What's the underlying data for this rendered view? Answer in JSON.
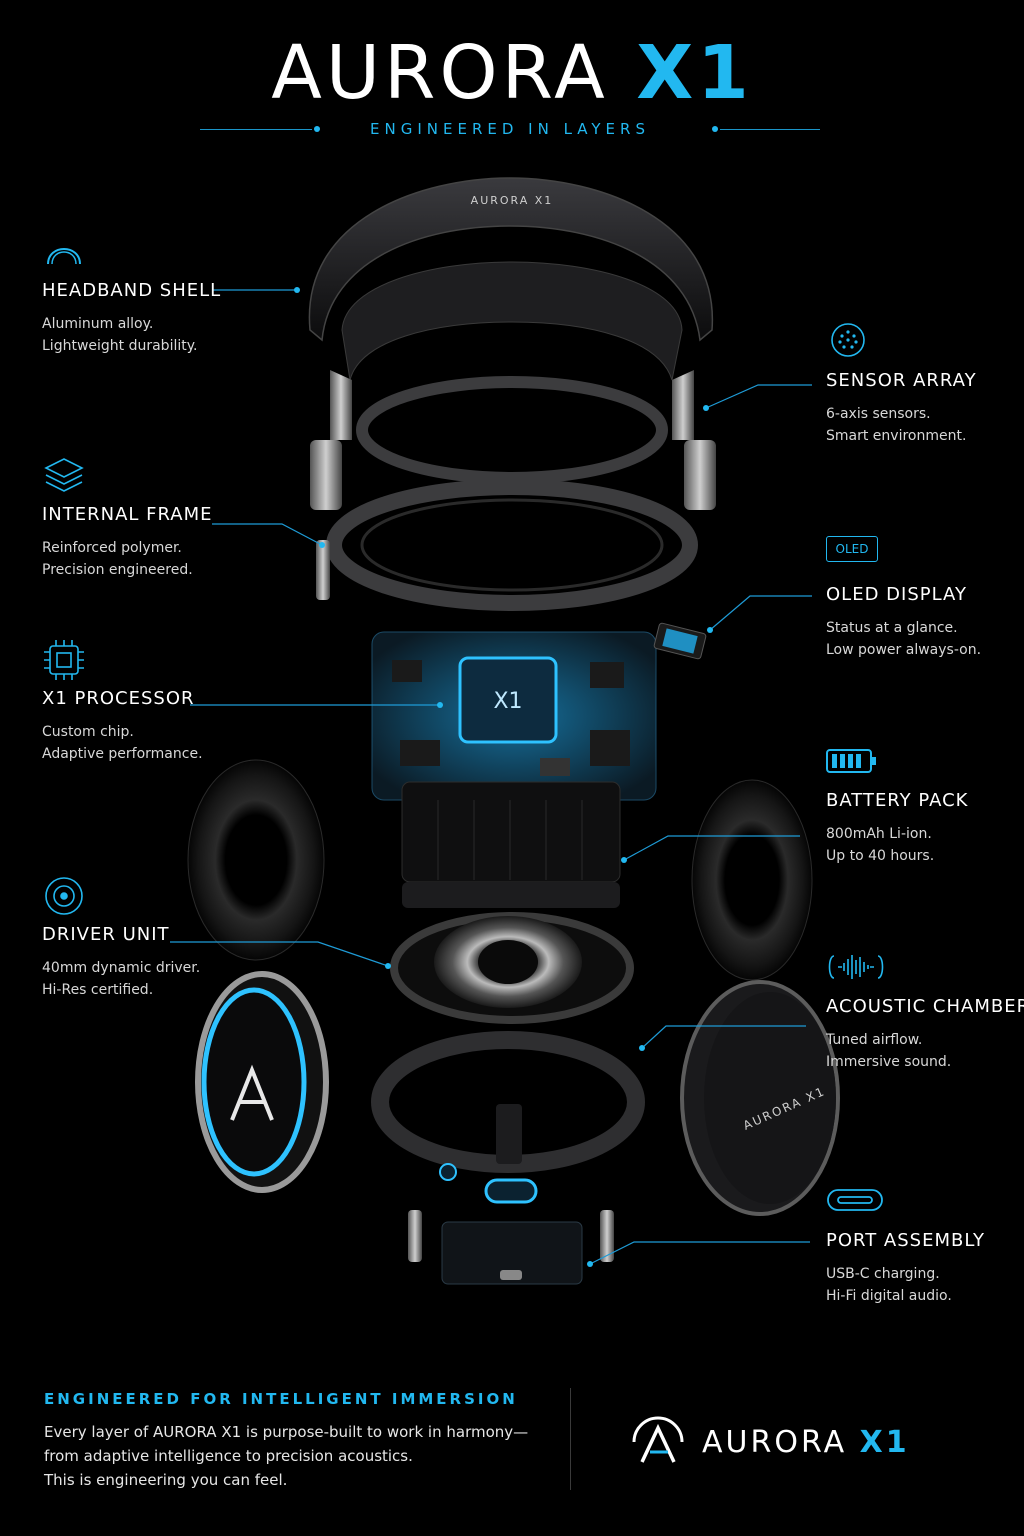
{
  "header": {
    "title_main": "AURORA",
    "title_accent": "X1",
    "subtitle": "ENGINEERED IN LAYERS"
  },
  "illustration": {
    "headband_label": "AURORA X1",
    "chip_label": "X1",
    "earcup_label": "AURORA X1"
  },
  "callouts": {
    "headband": {
      "icon": "headband-icon",
      "name": "HEADBAND SHELL",
      "line1": "Aluminum alloy.",
      "line2": "Lightweight durability."
    },
    "frame": {
      "icon": "layers-icon",
      "name": "INTERNAL FRAME",
      "line1": "Reinforced polymer.",
      "line2": "Precision engineered."
    },
    "processor": {
      "icon": "chip-icon",
      "name": "X1 PROCESSOR",
      "line1": "Custom chip.",
      "line2": "Adaptive performance."
    },
    "driver": {
      "icon": "speaker-icon",
      "name": "DRIVER UNIT",
      "line1": "40mm dynamic driver.",
      "line2": "Hi-Res certified."
    },
    "sensor": {
      "icon": "sensor-icon",
      "name": "SENSOR ARRAY",
      "line1": "6-axis sensors.",
      "line2": "Smart environment."
    },
    "oled": {
      "icon": "oled-badge-icon",
      "badge": "OLED",
      "name": "OLED DISPLAY",
      "line1": "Status at a glance.",
      "line2": "Low power always-on."
    },
    "battery": {
      "icon": "battery-icon",
      "name": "BATTERY PACK",
      "line1": "800mAh Li-ion.",
      "line2": "Up to 40 hours."
    },
    "acoustic": {
      "icon": "waveform-icon",
      "name": "ACOUSTIC CHAMBER",
      "line1": "Tuned airflow.",
      "line2": "Immersive sound."
    },
    "port": {
      "icon": "usb-c-port-icon",
      "name": "PORT ASSEMBLY",
      "line1": "USB-C charging.",
      "line2": "Hi-Fi digital audio."
    }
  },
  "footer": {
    "heading": "ENGINEERED FOR INTELLIGENT IMMERSION",
    "line1": "Every layer of AURORA X1 is purpose-built to work in harmony—",
    "line2": "from adaptive intelligence to precision acoustics.",
    "line3": "This is engineering you can feel.",
    "logo_main": "AURORA",
    "logo_accent": "X1"
  },
  "colors": {
    "accent": "#22b8f0",
    "background": "#000000",
    "text": "#ffffff"
  }
}
